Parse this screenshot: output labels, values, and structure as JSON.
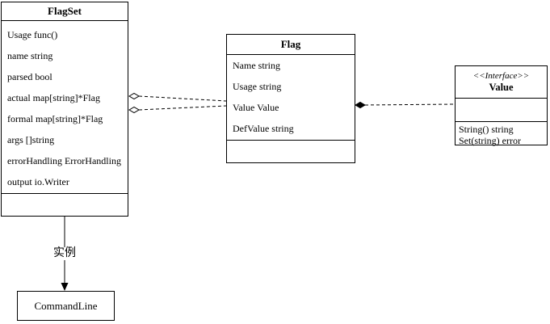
{
  "diagram": {
    "background_color": "#ffffff",
    "stroke_color": "#000000",
    "classes": {
      "flagset": {
        "title": "FlagSet",
        "fields": [
          "Usage func()",
          "name string",
          "parsed bool",
          "actual map[string]*Flag",
          "formal map[string]*Flag",
          "args []string",
          "errorHandling ErrorHandling",
          "output io.Writer"
        ]
      },
      "flag": {
        "title": "Flag",
        "fields": [
          "Name string",
          "Usage string",
          "Value Value",
          "DefValue string"
        ]
      },
      "value_interface": {
        "stereotype": "<<Interface>>",
        "title": "Value",
        "methods": [
          "String() string",
          "Set(string) error"
        ]
      },
      "commandline": {
        "title": "CommandLine"
      }
    },
    "edges": {
      "instance_label": "实例"
    }
  }
}
